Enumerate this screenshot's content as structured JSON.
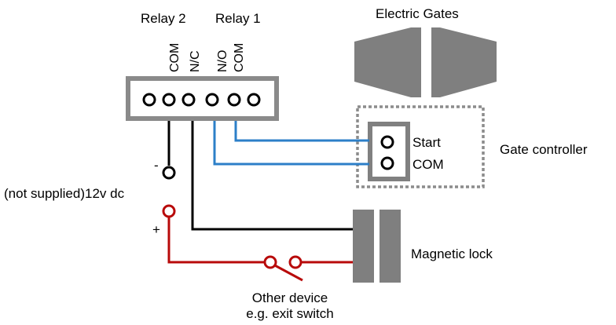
{
  "relay_labels": {
    "relay2": "Relay 2",
    "relay1": "Relay 1"
  },
  "terminal_labels": {
    "com2": "COM",
    "nc": "N/C",
    "no": "N/O",
    "com1": "COM"
  },
  "gates": {
    "title": "Electric Gates"
  },
  "controller": {
    "label": "Gate controller",
    "start": "Start",
    "com": "COM"
  },
  "power": {
    "label": "(not supplied)12v dc",
    "minus": "-",
    "plus": "+"
  },
  "lock": {
    "label": "Magnetic lock"
  },
  "device": {
    "line1": "Other device",
    "line2": "e.g. exit switch"
  },
  "colors": {
    "black_wire": "#000000",
    "red_wire": "#b80a0a",
    "blue_wire": "#2c7fc8",
    "component_grey": "#7f7f7f",
    "dotted_border": "#8c8c8c"
  }
}
